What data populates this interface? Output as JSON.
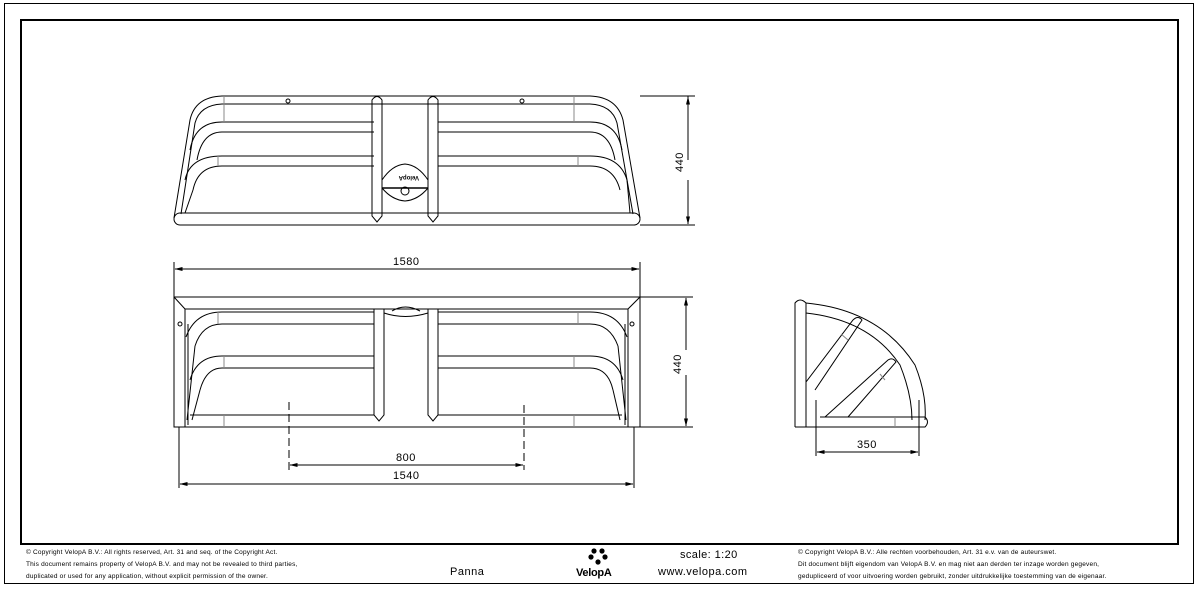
{
  "drawing": {
    "product_name": "Panna",
    "scale": "scale: 1:20",
    "website": "www.velopa.com",
    "brand": "VelopA",
    "views": {
      "top_view": {
        "height_dimension": "440"
      },
      "front_view": {
        "overall_width": "1580",
        "height_dimension": "440",
        "inner_spacing": "800",
        "base_width": "1540"
      },
      "side_view": {
        "depth_dimension": "350"
      }
    }
  },
  "title_block": {
    "copyright_en": [
      "© Copyright VelopA B.V.: All rights reserved, Art. 31 and seq. of the Copyright Act.",
      "This document remains property of VelopA B.V. and may not be revealed to third parties,",
      "duplicated or used for any application, without explicit permission of the owner."
    ],
    "copyright_nl": [
      "© Copyright VelopA B.V.: Alle rechten voorbehouden, Art. 31 e.v. van de auteurswet.",
      "Dit document blijft eigendom van VelopA B.V. en mag niet aan derden ter inzage worden gegeven,",
      "gedupliceerd of voor uitvoering worden gebruikt, zonder uitdrukkelijke toestemming van de eigenaar."
    ]
  }
}
